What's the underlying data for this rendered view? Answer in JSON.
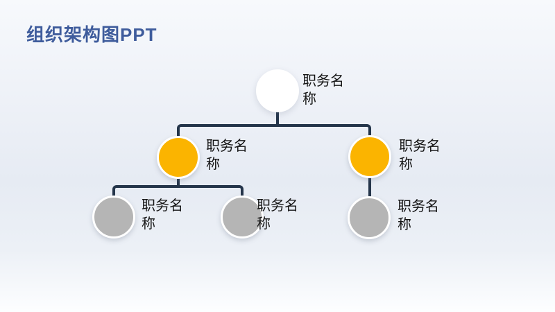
{
  "slide": {
    "title": "组织架构图PPT"
  },
  "org_chart": {
    "root": {
      "label": "职务名称"
    },
    "level2": [
      {
        "label": "职务名称"
      },
      {
        "label": "职务名称"
      }
    ],
    "level3": [
      {
        "label": "职务名称"
      },
      {
        "label": "职务名称"
      },
      {
        "label": "职务名称"
      }
    ],
    "colors": {
      "title_color": "#3F5C9C",
      "root_fill": "#FFFFFF",
      "level2_fill": "#FBB400",
      "level3_fill": "#B5B5B5",
      "connector": "#24354A",
      "label_color": "#141414"
    }
  }
}
